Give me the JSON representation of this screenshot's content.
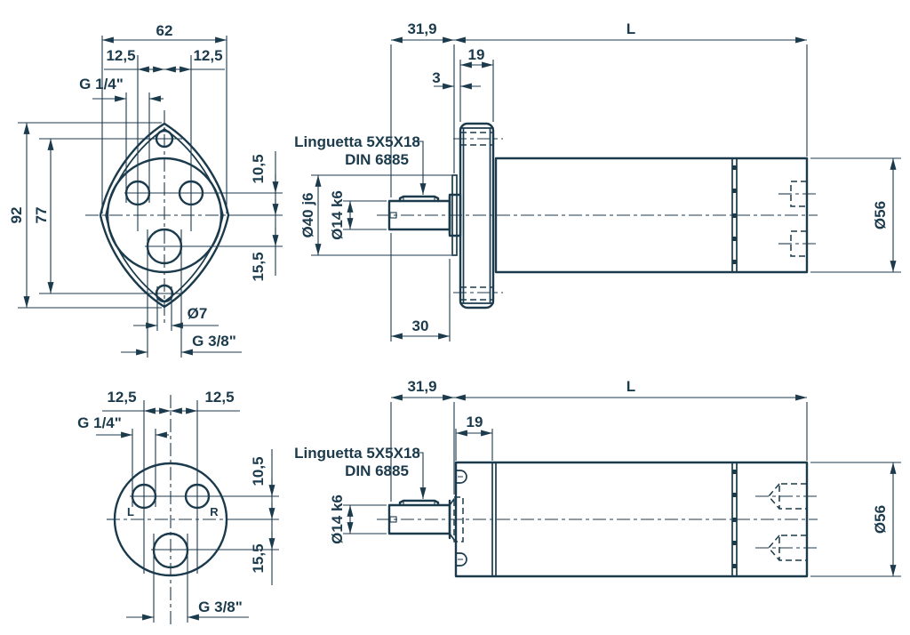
{
  "colors": {
    "ink": "#1b3a4c",
    "background": "#ffffff"
  },
  "views": {
    "flange_front": {
      "overall_width": "62",
      "port_offset_left": "12,5",
      "port_offset_right": "12,5",
      "port_thread": "G 1/4\"",
      "overall_height": "92",
      "bolt_hole_spacing": "77",
      "port_axis_offset": "10,5",
      "drain_axis_offset": "15,5",
      "bolt_hole_dia": "Ø7",
      "drain_thread": "G 3/8\""
    },
    "flange_side": {
      "shaft_end_to_flange": "31,9",
      "body_length": "L",
      "flange_thickness": "19",
      "spigot_thickness": "3",
      "key_note_line1": "Linguetta 5X5X18",
      "key_note_line2": "DIN 6885",
      "spigot_dia": "Ø40 j6",
      "shaft_dia": "Ø14 k6",
      "shaft_length": "30",
      "body_dia": "Ø56"
    },
    "port_face": {
      "port_offset_left": "12,5",
      "port_offset_right": "12,5",
      "port_thread": "G 1/4\"",
      "port_axis_offset": "10,5",
      "drain_axis_offset": "15,5",
      "drain_thread": "G 3/8\"",
      "left_port_label": "L",
      "right_port_label": "R"
    },
    "plain_side": {
      "shaft_end_to_face": "31,9",
      "body_length": "L",
      "front_cap_thickness": "19",
      "key_note_line1": "Linguetta 5X5X18",
      "key_note_line2": "DIN 6885",
      "shaft_dia": "Ø14 k6",
      "body_dia": "Ø56"
    }
  }
}
